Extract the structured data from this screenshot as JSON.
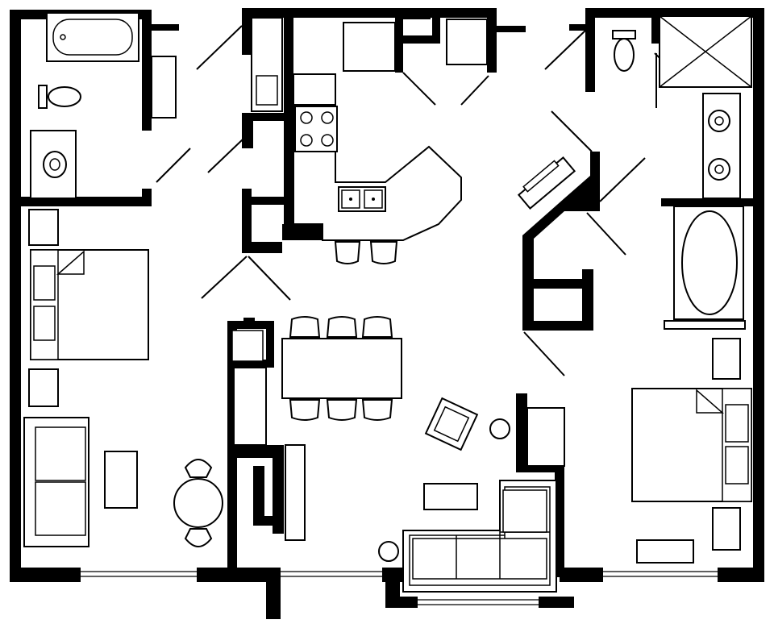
{
  "drawing": {
    "type": "floor-plan",
    "rooms": [
      {
        "id": "bath-1",
        "fixtures": [
          "bathtub-icon",
          "toilet-icon",
          "sink-icon"
        ]
      },
      {
        "id": "kitchen",
        "fixtures": [
          "stove-icon",
          "double-sink-icon",
          "bar-stool-icon",
          "refrigerator-icon"
        ]
      },
      {
        "id": "bath-2",
        "fixtures": [
          "toilet-icon",
          "shower-icon",
          "double-vanity-icon",
          "oval-tub-icon"
        ]
      },
      {
        "id": "bedroom-1",
        "fixtures": [
          "bed-icon",
          "nightstand-icon",
          "sofa-icon",
          "dresser-icon"
        ]
      },
      {
        "id": "living-dining",
        "fixtures": [
          "dining-table-icon",
          "dining-chair-icon",
          "sectional-sofa-icon",
          "armchair-icon",
          "coffee-table-icon"
        ]
      },
      {
        "id": "bedroom-2",
        "fixtures": [
          "bed-icon",
          "nightstand-icon",
          "tv-console-icon"
        ]
      },
      {
        "id": "dinette",
        "fixtures": [
          "round-table-icon",
          "chair-icon"
        ]
      }
    ],
    "colors": {
      "wall": "#000000",
      "background": "#ffffff",
      "fixture_fill": "#ffffff"
    }
  }
}
